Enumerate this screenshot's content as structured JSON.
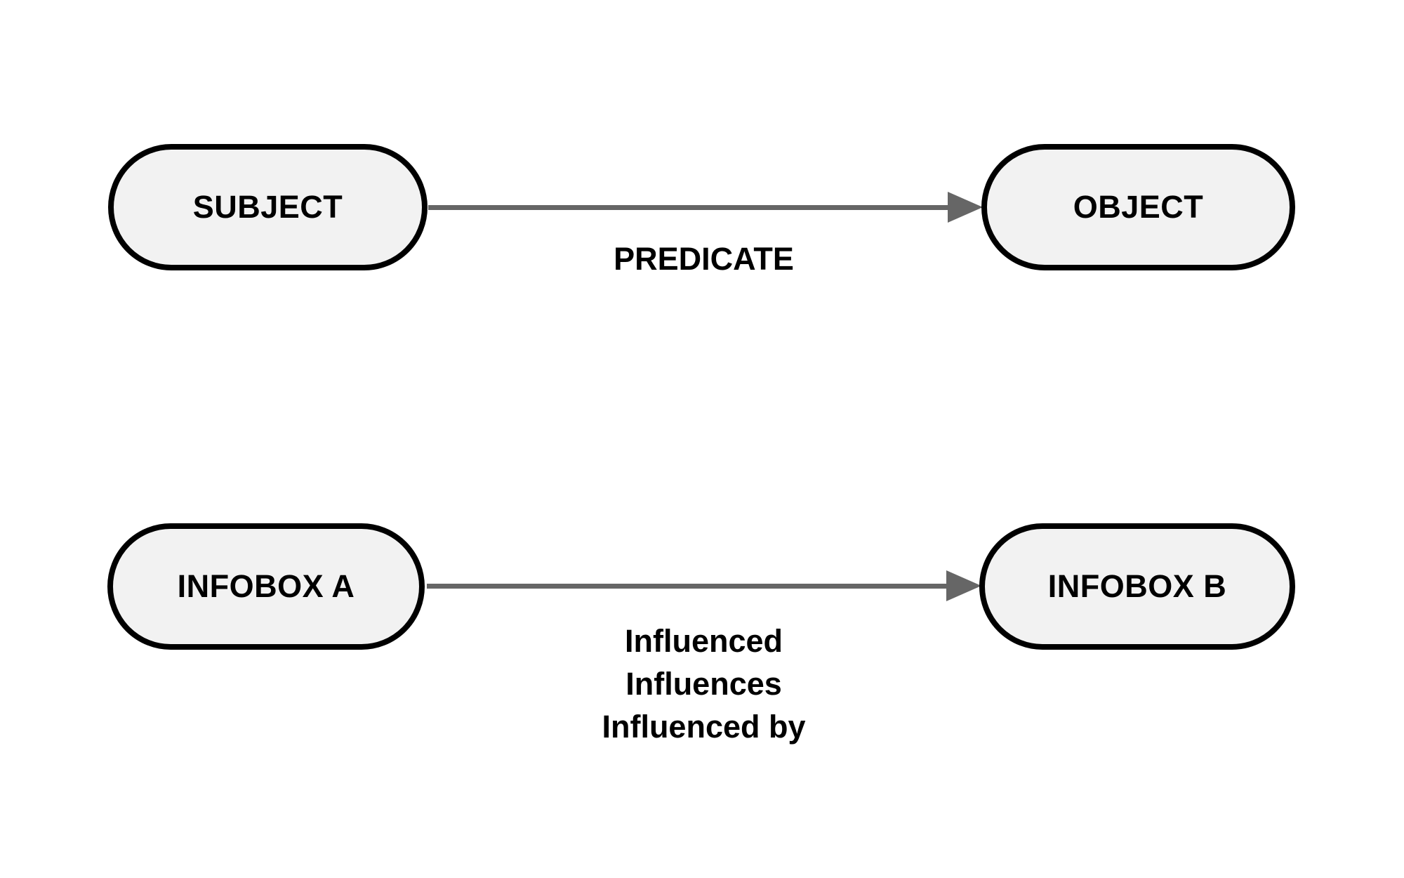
{
  "diagram": {
    "background_color": "#ffffff",
    "node_fill_color": "#f2f2f2",
    "node_border_color": "#000000",
    "arrow_color": "#666666",
    "text_color": "#000000",
    "rows": [
      {
        "source": "SUBJECT",
        "target": "OBJECT",
        "edge_labels": [
          "PREDICATE"
        ]
      },
      {
        "source": "INFOBOX A",
        "target": "INFOBOX B",
        "edge_labels": [
          "Influenced",
          "Influences",
          "Influenced by"
        ]
      }
    ]
  }
}
